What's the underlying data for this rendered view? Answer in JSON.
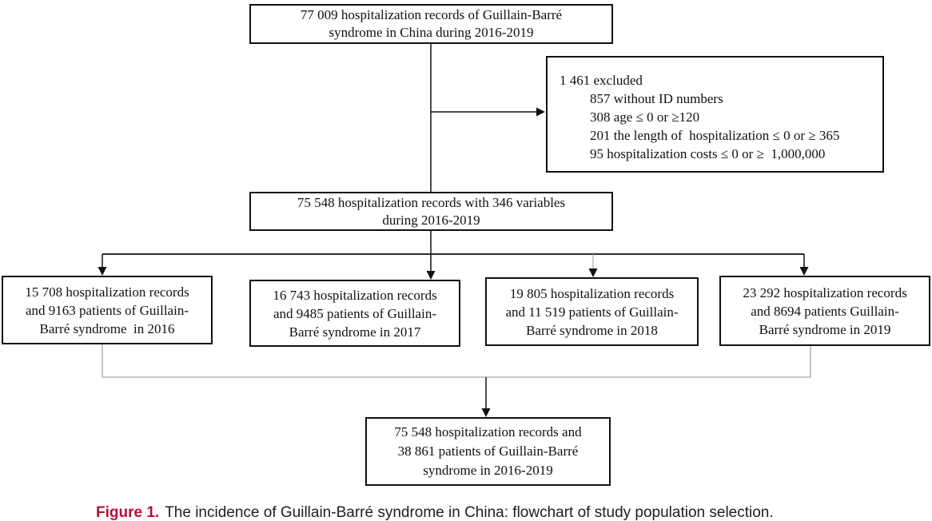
{
  "boxes": {
    "top": {
      "lines": [
        "77 009 hospitalization records of Guillain-Barré",
        "syndrome in China during 2016-2019"
      ]
    },
    "excluded": {
      "title": "1 461 excluded",
      "items": [
        "857 without ID numbers",
        "308 age ≤ 0 or ≥120",
        "201 the length of  hospitalization ≤ 0 or ≥ 365",
        "95 hospitalization costs ≤ 0 or ≥  1,000,000"
      ]
    },
    "filtered": {
      "lines": [
        "75 548 hospitalization records with 346 variables",
        "during 2016-2019"
      ]
    },
    "year2016": {
      "lines": [
        "15 708 hospitalization records",
        "and 9163 patients of Guillain-",
        "Barré syndrome  in 2016"
      ]
    },
    "year2017": {
      "lines": [
        "16 743 hospitalization records",
        "and 9485 patients of Guillain-",
        "Barré syndrome in 2017"
      ]
    },
    "year2018": {
      "lines": [
        "19 805 hospitalization records",
        "and 11 519 patients of Guillain-",
        "Barré syndrome in 2018"
      ]
    },
    "year2019": {
      "lines": [
        "23 292 hospitalization records",
        "and 8694 patients Guillain-",
        "Barré syndrome in 2019"
      ]
    },
    "total": {
      "lines": [
        "75 548 hospitalization records and",
        "38 861 patients of Guillain-Barré",
        "syndrome in 2016-2019"
      ]
    }
  },
  "caption": {
    "label": "Figure 1.",
    "text": "The incidence of Guillain-Barré syndrome in China: flowchart of study population selection."
  },
  "colors": {
    "caption_label": "#b5123b",
    "connector_black": "#111111",
    "connector_gray": "#a6a6a6"
  }
}
